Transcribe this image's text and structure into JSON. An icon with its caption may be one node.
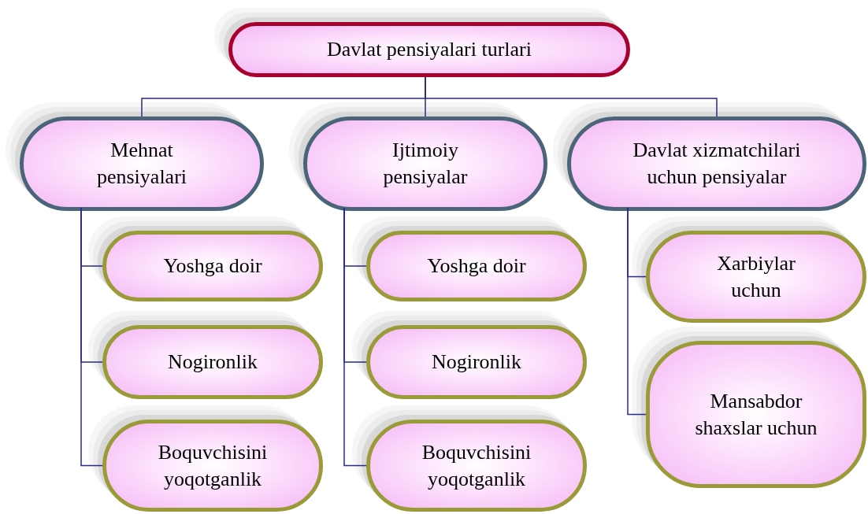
{
  "diagram": {
    "nodes": [
      {
        "text": [
          "Davlat pensiyalari turlari"
        ]
      },
      {
        "text": [
          "Mehnat pensiyalari"
        ]
      },
      {
        "text": [
          "Ijtimoiy pensiyalar"
        ]
      },
      {
        "text": [
          "Davlat xizmatchilari uchun pensiyalar"
        ]
      },
      {
        "text": [
          "Yoshga doir"
        ]
      },
      {
        "text": [
          "Nogironlik"
        ]
      },
      {
        "text": [
          "Boquvchisini yoqotganlik"
        ]
      },
      {
        "text": [
          "Yoshga doir"
        ]
      },
      {
        "text": [
          "Nogironlik"
        ]
      },
      {
        "text": [
          "Boquvchisini yoqotganlik"
        ]
      },
      {
        "text": [
          "Xarbiylar uchun"
        ]
      },
      {
        "text": [
          "Mansabdor shaxslar uchun"
        ]
      }
    ],
    "edges": [
      {
        "from": 0,
        "to": 1,
        "arrow": "none"
      },
      {
        "from": 0,
        "to": 2,
        "arrow": "none"
      },
      {
        "from": 0,
        "to": 3,
        "arrow": "none"
      },
      {
        "from": 1,
        "to": 4,
        "arrow": "none"
      },
      {
        "from": 1,
        "to": 5,
        "arrow": "none"
      },
      {
        "from": 1,
        "to": 6,
        "arrow": "none"
      },
      {
        "from": 2,
        "to": 7,
        "arrow": "none"
      },
      {
        "from": 2,
        "to": 8,
        "arrow": "none"
      },
      {
        "from": 2,
        "to": 9,
        "arrow": "none"
      },
      {
        "from": 3,
        "to": 10,
        "arrow": "none"
      },
      {
        "from": 3,
        "to": 11,
        "arrow": "none"
      }
    ]
  }
}
